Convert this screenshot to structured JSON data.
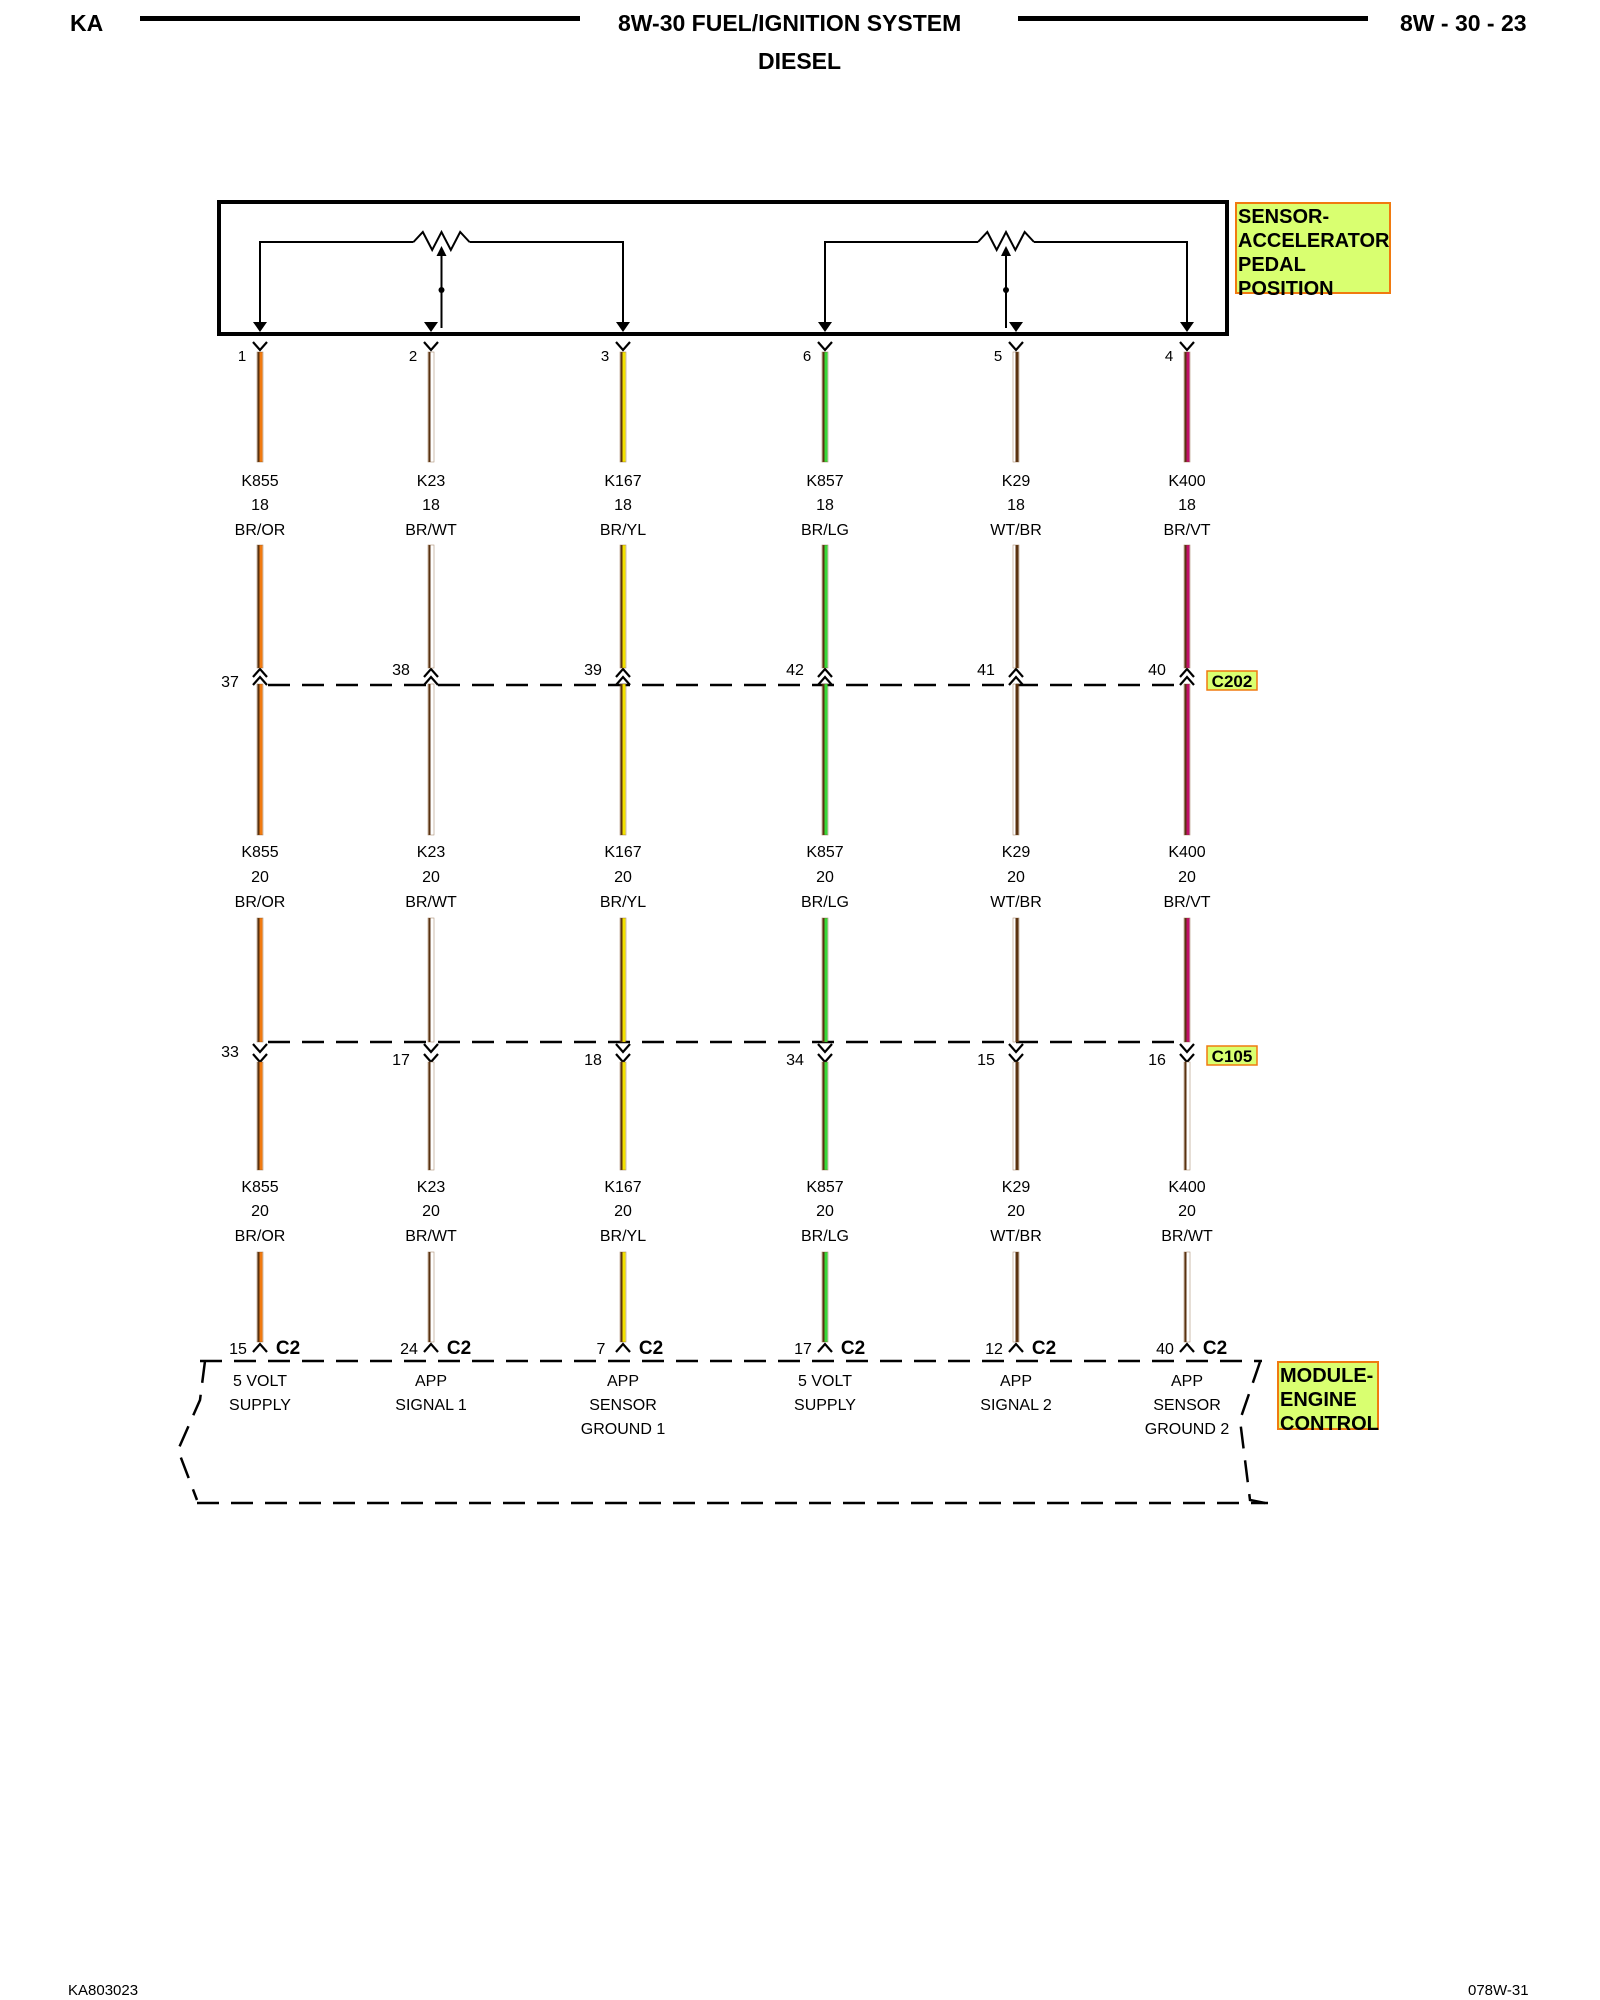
{
  "header": {
    "left": "KA",
    "title": "8W-30 FUEL/IGNITION SYSTEM",
    "subtitle": "DIESEL",
    "page": "8W - 30 - 23"
  },
  "components": {
    "sensor": [
      "SENSOR-",
      "ACCELERATOR",
      "PEDAL",
      "POSITION"
    ],
    "module": [
      "MODULE-",
      "ENGINE",
      "CONTROL"
    ]
  },
  "connectors": {
    "c202": "C202",
    "c105": "C105",
    "c2": "C2"
  },
  "colors": {
    "BR": "#5a3210",
    "OR": "#f07a10",
    "WT": "#ffffff",
    "YL": "#f2e200",
    "LG": "#38d838",
    "VT": "#c0106a",
    "highlight": "#d9ff70",
    "highlight_border": "#f07a10"
  },
  "circuits": [
    {
      "sensor_pin": "1",
      "circuit": "K855",
      "gauge_upper": "18",
      "gauge_mid": "20",
      "gauge_lower": "20",
      "color_upper": "BR/OR",
      "color_mid": "BR/OR",
      "color_lower": "BR/OR",
      "c202_pin": "37",
      "c105_pin": "33",
      "pcm_pin": "15",
      "function": [
        "5 VOLT",
        "SUPPLY"
      ]
    },
    {
      "sensor_pin": "2",
      "circuit": "K23",
      "gauge_upper": "18",
      "gauge_mid": "20",
      "gauge_lower": "20",
      "color_upper": "BR/WT",
      "color_mid": "BR/WT",
      "color_lower": "BR/WT",
      "c202_pin": "38",
      "c105_pin": "17",
      "pcm_pin": "24",
      "function": [
        "APP",
        "SIGNAL 1"
      ]
    },
    {
      "sensor_pin": "3",
      "circuit": "K167",
      "gauge_upper": "18",
      "gauge_mid": "20",
      "gauge_lower": "20",
      "color_upper": "BR/YL",
      "color_mid": "BR/YL",
      "color_lower": "BR/YL",
      "c202_pin": "39",
      "c105_pin": "18",
      "pcm_pin": "7",
      "function": [
        "APP",
        "SENSOR",
        "GROUND 1"
      ]
    },
    {
      "sensor_pin": "6",
      "circuit": "K857",
      "gauge_upper": "18",
      "gauge_mid": "20",
      "gauge_lower": "20",
      "color_upper": "BR/LG",
      "color_mid": "BR/LG",
      "color_lower": "BR/LG",
      "c202_pin": "42",
      "c105_pin": "34",
      "pcm_pin": "17",
      "function": [
        "5 VOLT",
        "SUPPLY"
      ]
    },
    {
      "sensor_pin": "5",
      "circuit": "K29",
      "gauge_upper": "18",
      "gauge_mid": "20",
      "gauge_lower": "20",
      "color_upper": "WT/BR",
      "color_mid": "WT/BR",
      "color_lower": "WT/BR",
      "c202_pin": "41",
      "c105_pin": "15",
      "pcm_pin": "12",
      "function": [
        "APP",
        "SIGNAL 2"
      ]
    },
    {
      "sensor_pin": "4",
      "circuit": "K400",
      "gauge_upper": "18",
      "gauge_mid": "20",
      "gauge_lower": "20",
      "color_upper": "BR/VT",
      "color_mid": "BR/VT",
      "color_lower": "BR/WT",
      "c202_pin": "40",
      "c105_pin": "16",
      "pcm_pin": "40",
      "function": [
        "APP",
        "SENSOR",
        "GROUND 2"
      ]
    }
  ],
  "footer": {
    "left": "KA803023",
    "right": "078W-31"
  }
}
